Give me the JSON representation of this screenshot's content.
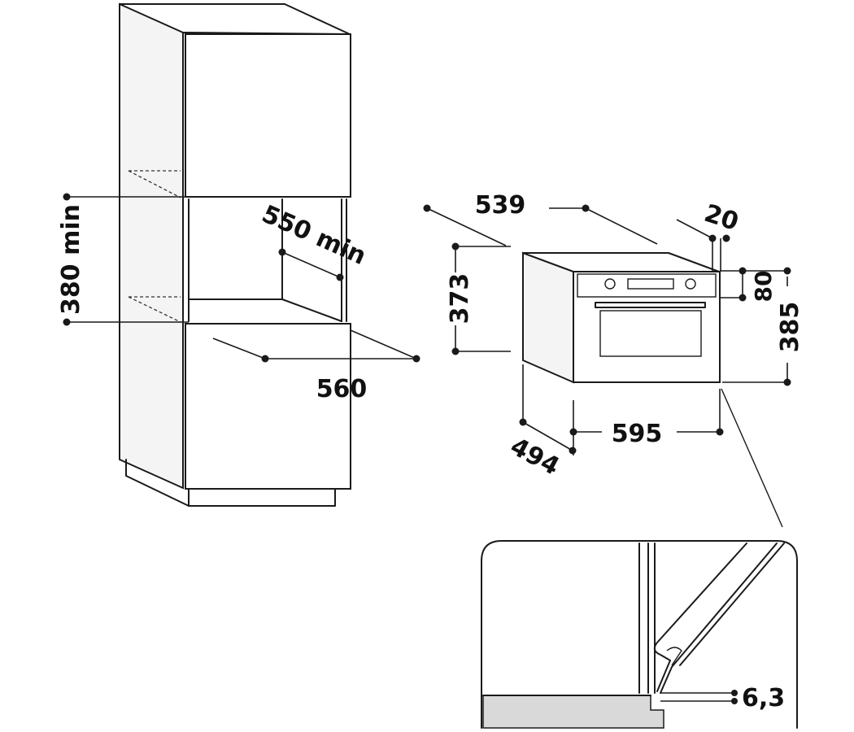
{
  "labels": {
    "cabinet_opening_height": "380 min",
    "cabinet_depth": "550 min",
    "cabinet_width": "560",
    "oven_depth_total": "539",
    "oven_front_offset": "20",
    "oven_panel_height": "80",
    "oven_body_height": "373",
    "oven_total_height": "385",
    "oven_width": "595",
    "oven_body_depth": "494",
    "detail_gap": "6,3"
  }
}
